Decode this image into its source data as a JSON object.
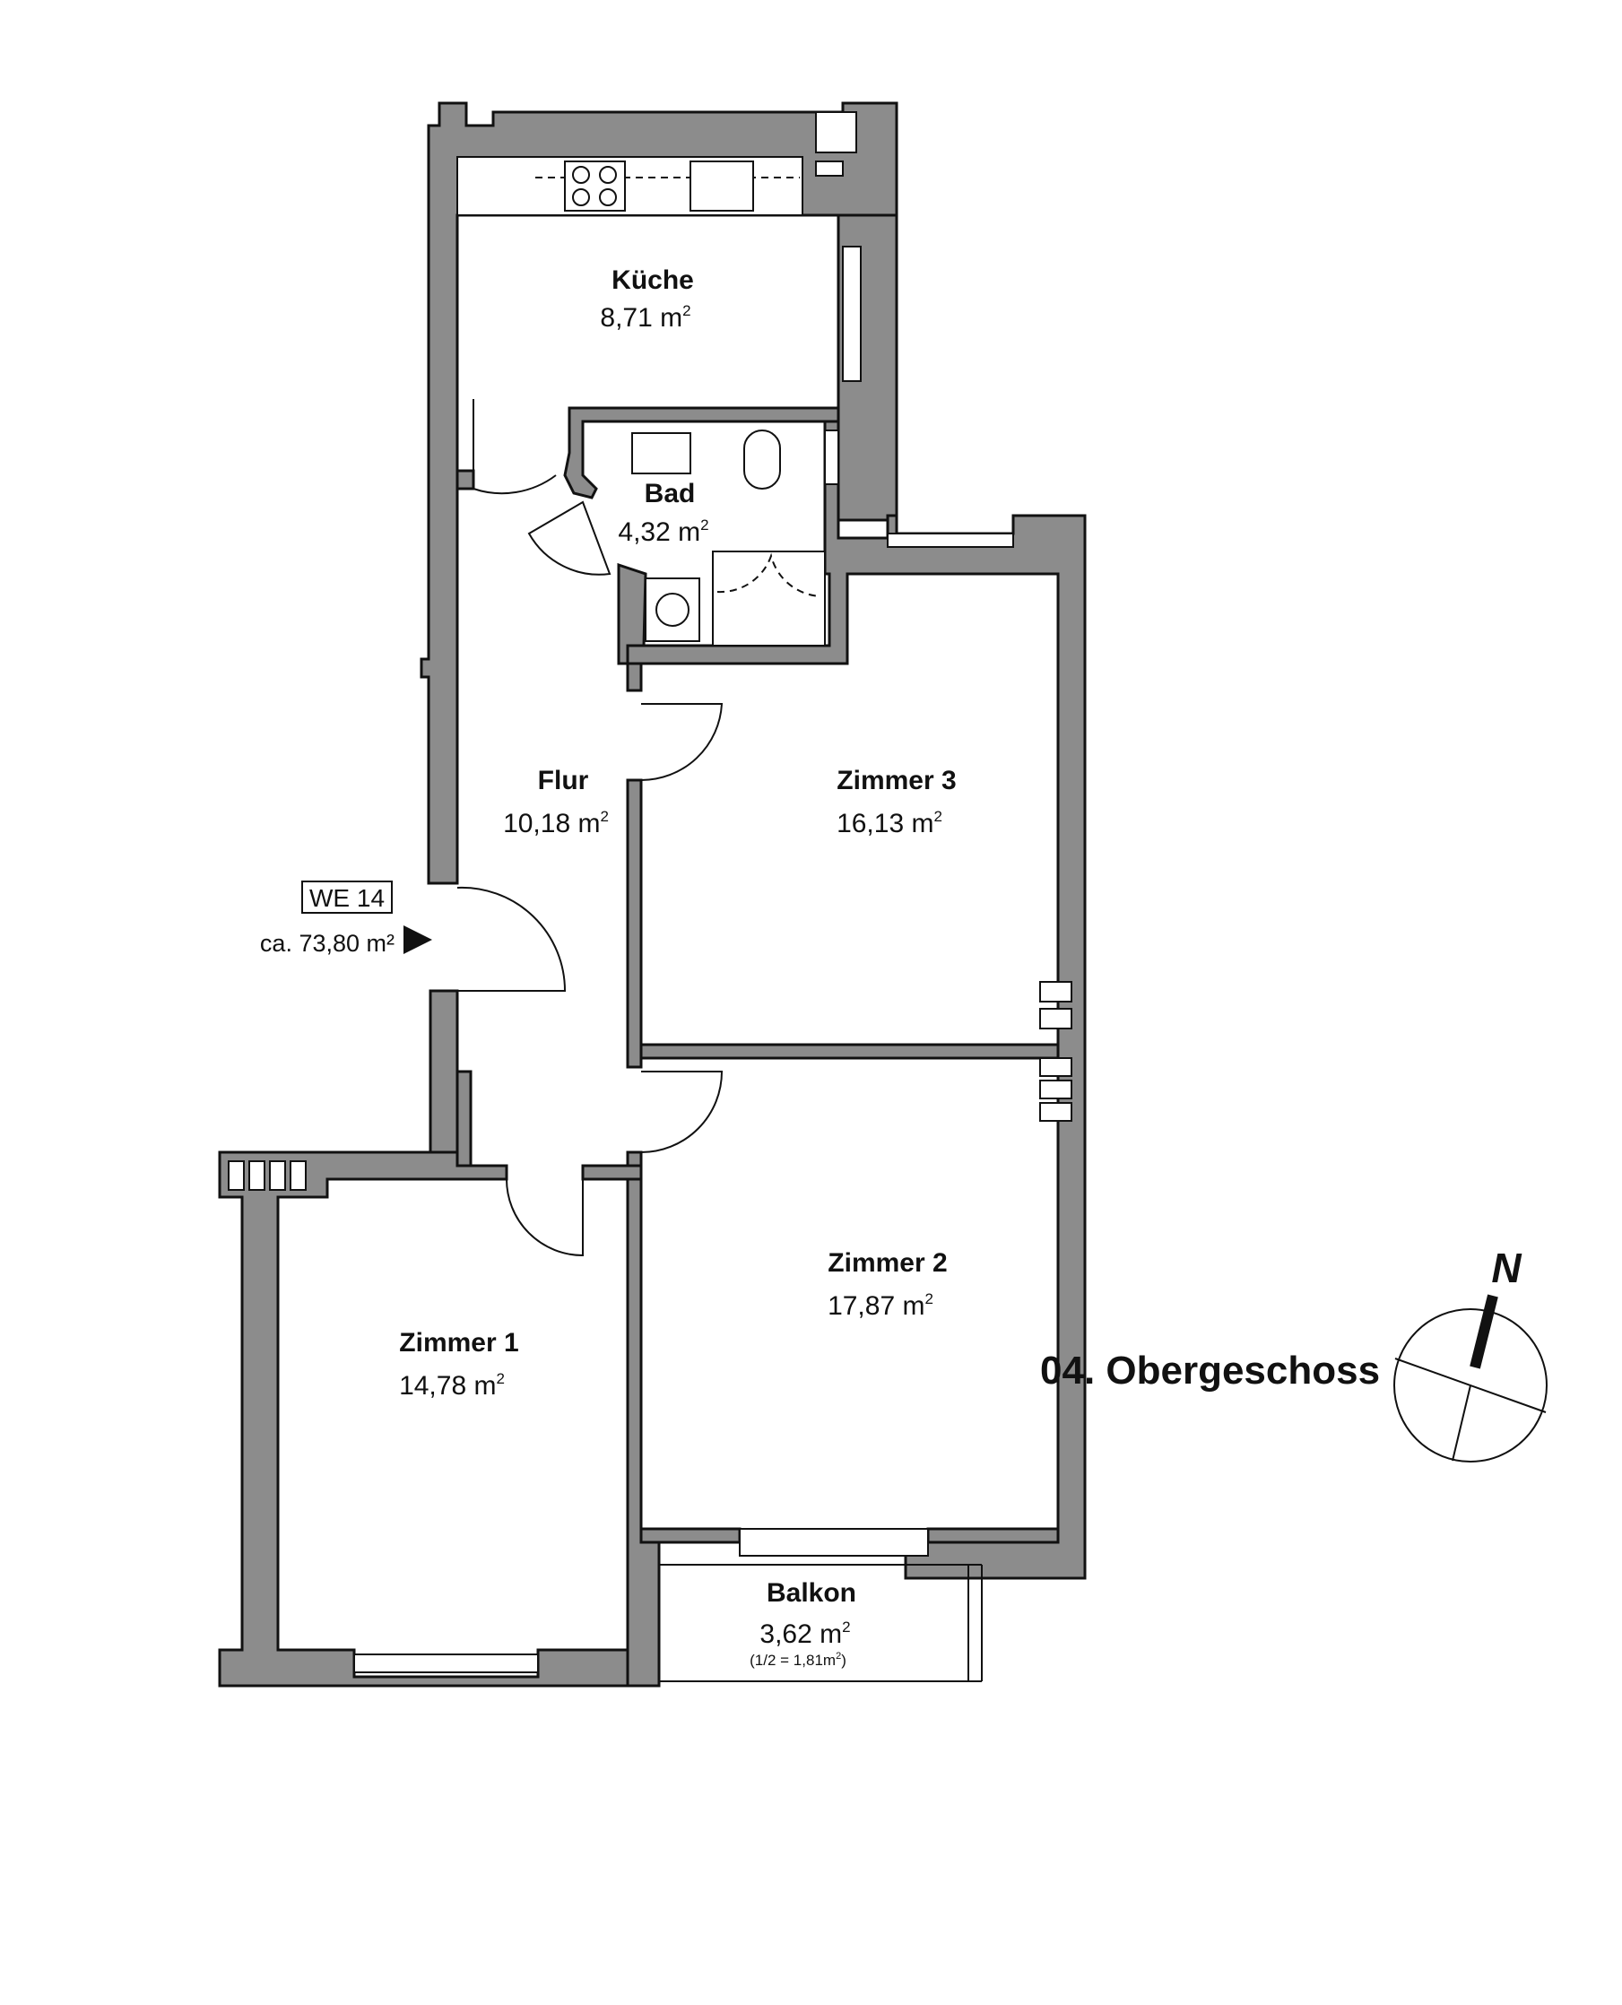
{
  "rooms": {
    "kueche": {
      "name": "Küche",
      "area": "8,71 m",
      "sup": "2"
    },
    "bad": {
      "name": "Bad",
      "area": "4,32 m",
      "sup": "2"
    },
    "flur": {
      "name": "Flur",
      "area": "10,18 m",
      "sup": "2"
    },
    "zimmer3": {
      "name": "Zimmer 3",
      "area": "16,13 m",
      "sup": "2"
    },
    "zimmer2": {
      "name": "Zimmer 2",
      "area": "17,87 m",
      "sup": "2"
    },
    "zimmer1": {
      "name": "Zimmer 1",
      "area": "14,78 m",
      "sup": "2"
    },
    "balkon": {
      "name": "Balkon",
      "area": "3,62 m",
      "sup": "2",
      "note_pre": "(1/2 = 1,81m",
      "note_sup": "2",
      "note_post": ")"
    }
  },
  "unit": {
    "id": "WE 14",
    "area": "ca. 73,80 m²"
  },
  "floor": "04. Obergeschoss",
  "compass": {
    "label": "N"
  },
  "colors": {
    "wall": "#8c8c8c",
    "line": "#111111"
  }
}
